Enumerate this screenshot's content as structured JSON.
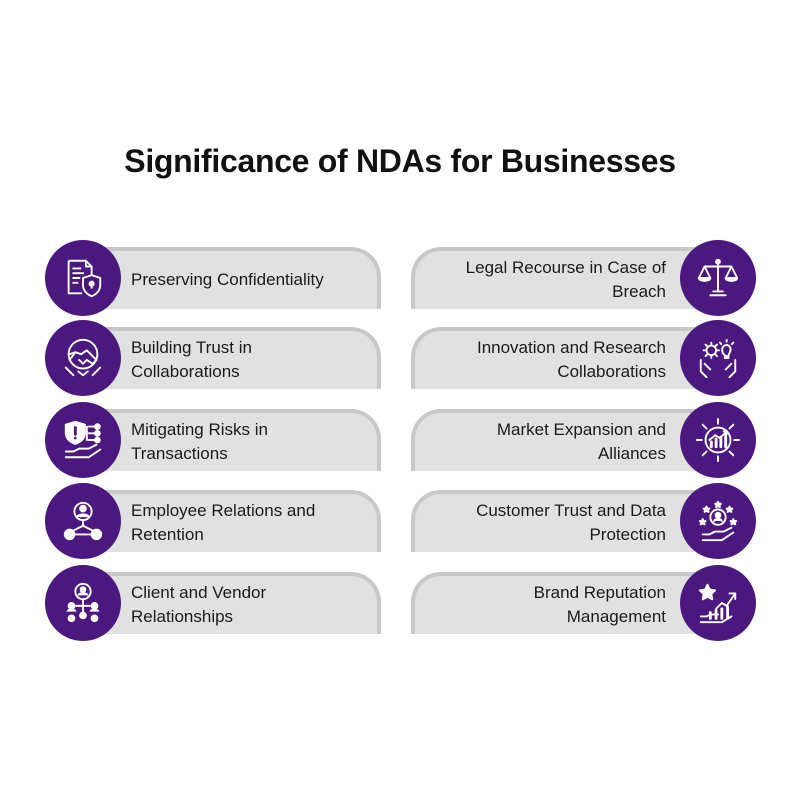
{
  "title": "Significance of NDAs for Businesses",
  "colors": {
    "accent": "#4b1880",
    "pill": "#e1e1e1",
    "pill_border": "#c8c8c8",
    "text": "#1a1a1a"
  },
  "left_items": [
    {
      "label": "Preserving Confidentiality",
      "icon": "document-shield-lock-icon"
    },
    {
      "label": "Building Trust in\nCollaborations",
      "icon": "handshake-icon"
    },
    {
      "label": "Mitigating Risks in\nTransactions",
      "icon": "risk-shield-hand-icon"
    },
    {
      "label": "Employee Relations and\nRetention",
      "icon": "team-network-icon"
    },
    {
      "label": "Client and Vendor\nRelationships",
      "icon": "people-network-icon"
    }
  ],
  "right_items": [
    {
      "label": "Legal Recourse in Case of\nBreach",
      "icon": "scales-of-justice-icon"
    },
    {
      "label": "Innovation and Research\nCollaborations",
      "icon": "gear-lightbulb-hands-icon"
    },
    {
      "label": "Market Expansion and\nAlliances",
      "icon": "growth-chart-expand-icon"
    },
    {
      "label": "Customer Trust and Data\nProtection",
      "icon": "customer-stars-hand-icon"
    },
    {
      "label": "Brand Reputation\nManagement",
      "icon": "star-rising-chart-icon"
    }
  ]
}
